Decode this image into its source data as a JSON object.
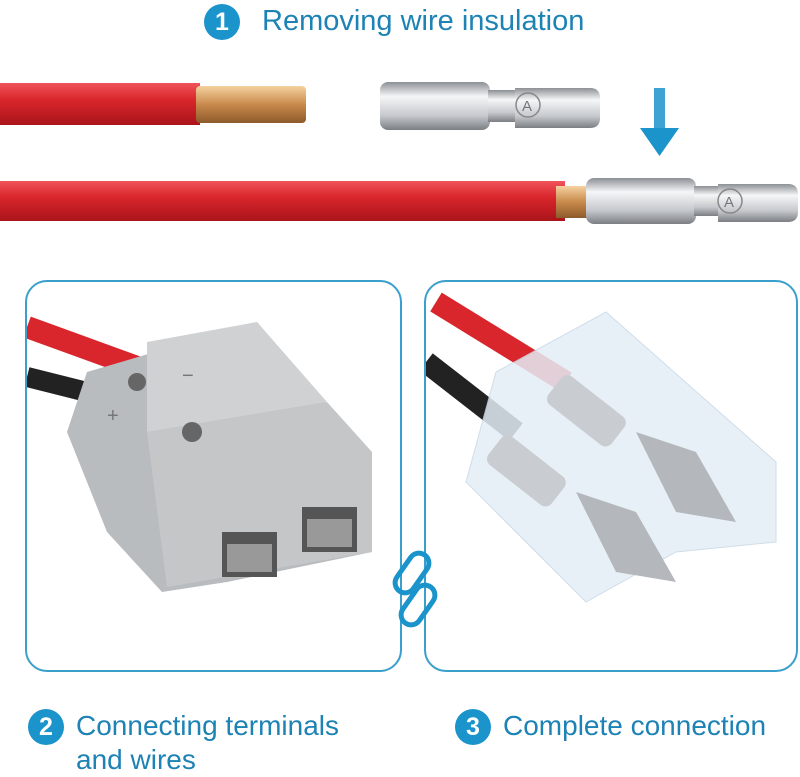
{
  "steps": [
    {
      "number": "1",
      "label": "Removing wire insulation"
    },
    {
      "number": "2",
      "label": "Connecting terminals and wires"
    },
    {
      "number": "3",
      "label": "Complete connection"
    }
  ],
  "terminal_mark": "A",
  "connector_marks": {
    "positive": "+",
    "negative": "−"
  },
  "colors": {
    "accent": "#1b93cb",
    "text": "#1d82b4",
    "wire": "#d9262c",
    "border": "#3a9fcb"
  }
}
